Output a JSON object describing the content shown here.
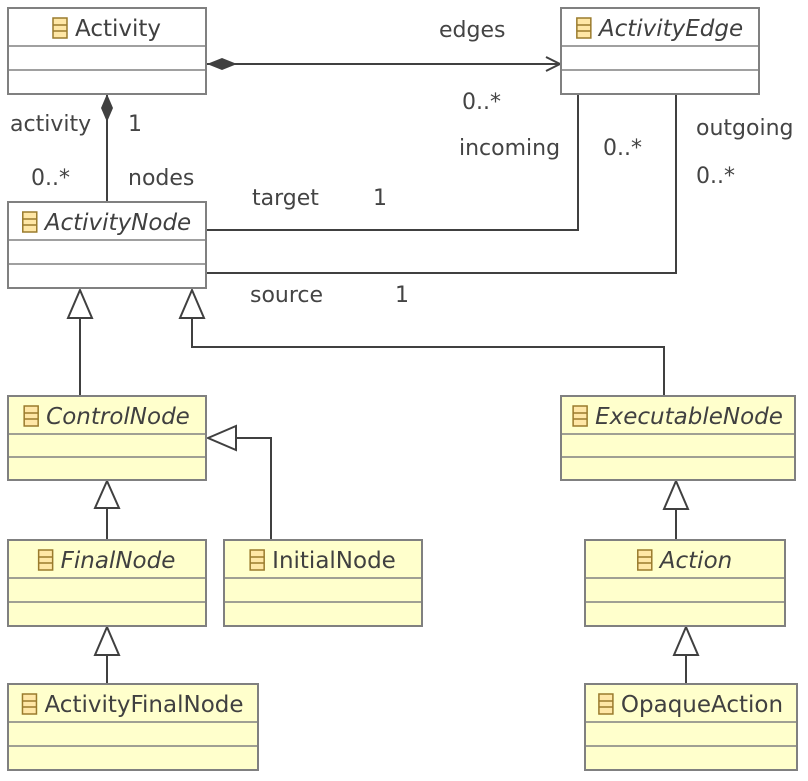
{
  "colors": {
    "classFillWhite": "#ffffff",
    "classFillYellow": "#ffffcc",
    "border": "#808080",
    "line": "#404040",
    "text": "#404040",
    "iconFill": "#ffe7a6",
    "iconStroke": "#9a7b2d"
  },
  "classes": {
    "activity": {
      "name": "Activity",
      "abstract": false,
      "icon": "class-icon"
    },
    "activityEdge": {
      "name": "ActivityEdge",
      "abstract": true,
      "icon": "class-icon"
    },
    "activityNode": {
      "name": "ActivityNode",
      "abstract": true,
      "icon": "class-icon"
    },
    "controlNode": {
      "name": "ControlNode",
      "abstract": true,
      "icon": "class-icon"
    },
    "executableNode": {
      "name": "ExecutableNode",
      "abstract": true,
      "icon": "class-icon"
    },
    "finalNode": {
      "name": "FinalNode",
      "abstract": true,
      "icon": "class-icon"
    },
    "initialNode": {
      "name": "InitialNode",
      "abstract": false,
      "icon": "class-icon"
    },
    "action": {
      "name": "Action",
      "abstract": true,
      "icon": "class-icon"
    },
    "activityFinalNode": {
      "name": "ActivityFinalNode",
      "abstract": false,
      "icon": "class-icon"
    },
    "opaqueAction": {
      "name": "OpaqueAction",
      "abstract": false,
      "icon": "class-icon"
    }
  },
  "associations": {
    "edges": {
      "role": "edges",
      "multiplicity": "0..*",
      "ownerMultiplicity": ""
    },
    "nodes": {
      "ownerRole": "activity",
      "ownerMultiplicity": "1",
      "role": "nodes",
      "multiplicity": "0..*"
    },
    "target": {
      "role": "target",
      "multiplicity": "1",
      "oppositeRole": "incoming",
      "oppositeMultiplicity": "0..*"
    },
    "source": {
      "role": "source",
      "multiplicity": "1",
      "oppositeRole": "outgoing",
      "oppositeMultiplicity": "0..*"
    }
  }
}
